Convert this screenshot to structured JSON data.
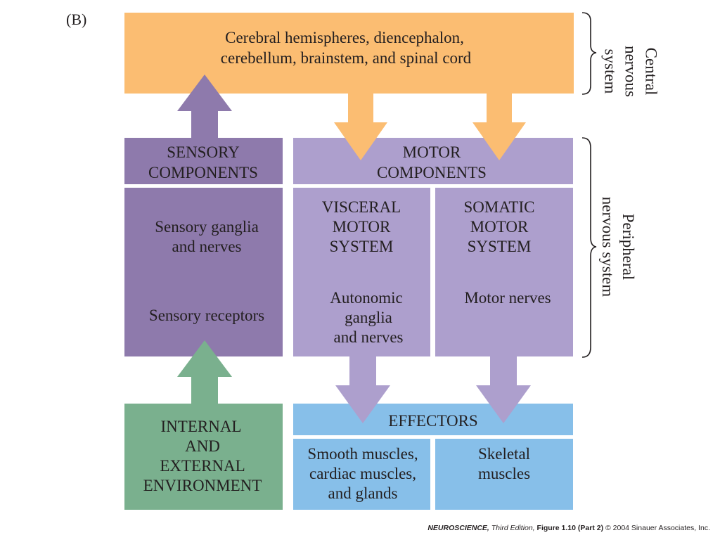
{
  "panel_label": "(B)",
  "cns": {
    "line1": "Cerebral hemispheres, diencephalon,",
    "line2": "cerebellum, brainstem, and spinal cord"
  },
  "sensory": {
    "header_line1": "SENSORY",
    "header_line2": "COMPONENTS",
    "ganglia_line1": "Sensory ganglia",
    "ganglia_line2": "and nerves",
    "receptors": "Sensory receptors"
  },
  "motor": {
    "header_line1": "MOTOR",
    "header_line2": "COMPONENTS",
    "visceral_line1": "VISCERAL",
    "visceral_line2": "MOTOR",
    "visceral_line3": "SYSTEM",
    "autonomic_line1": "Autonomic",
    "autonomic_line2": "ganglia",
    "autonomic_line3": "and nerves",
    "somatic_line1": "SOMATIC",
    "somatic_line2": "MOTOR",
    "somatic_line3": "SYSTEM",
    "motor_nerves": "Motor nerves"
  },
  "effectors": {
    "header": "EFFECTORS",
    "smooth_line1": "Smooth muscles,",
    "smooth_line2": "cardiac muscles,",
    "smooth_line3": "and glands",
    "skeletal_line1": "Skeletal",
    "skeletal_line2": "muscles"
  },
  "environment": {
    "line1": "INTERNAL",
    "line2": "AND",
    "line3": "EXTERNAL",
    "line4": "ENVIRONMENT"
  },
  "brackets": {
    "cns_line1": "Central",
    "cns_line2": "nervous",
    "cns_line3": "system",
    "pns_line1": "Peripheral",
    "pns_line2": "nervous system"
  },
  "footer": {
    "book": "NEUROSCIENCE,",
    "edition": " Third Edition,",
    "figure": " Figure 1.10 (Part 2)",
    "copyright": "  © 2004 Sinauer Associates, Inc."
  },
  "colors": {
    "cns": "#fbbd72",
    "sensory_dark": "#8e7aac",
    "motor_light": "#ad9fcd",
    "effectors": "#87bfe9",
    "environment": "#7ab08e"
  }
}
